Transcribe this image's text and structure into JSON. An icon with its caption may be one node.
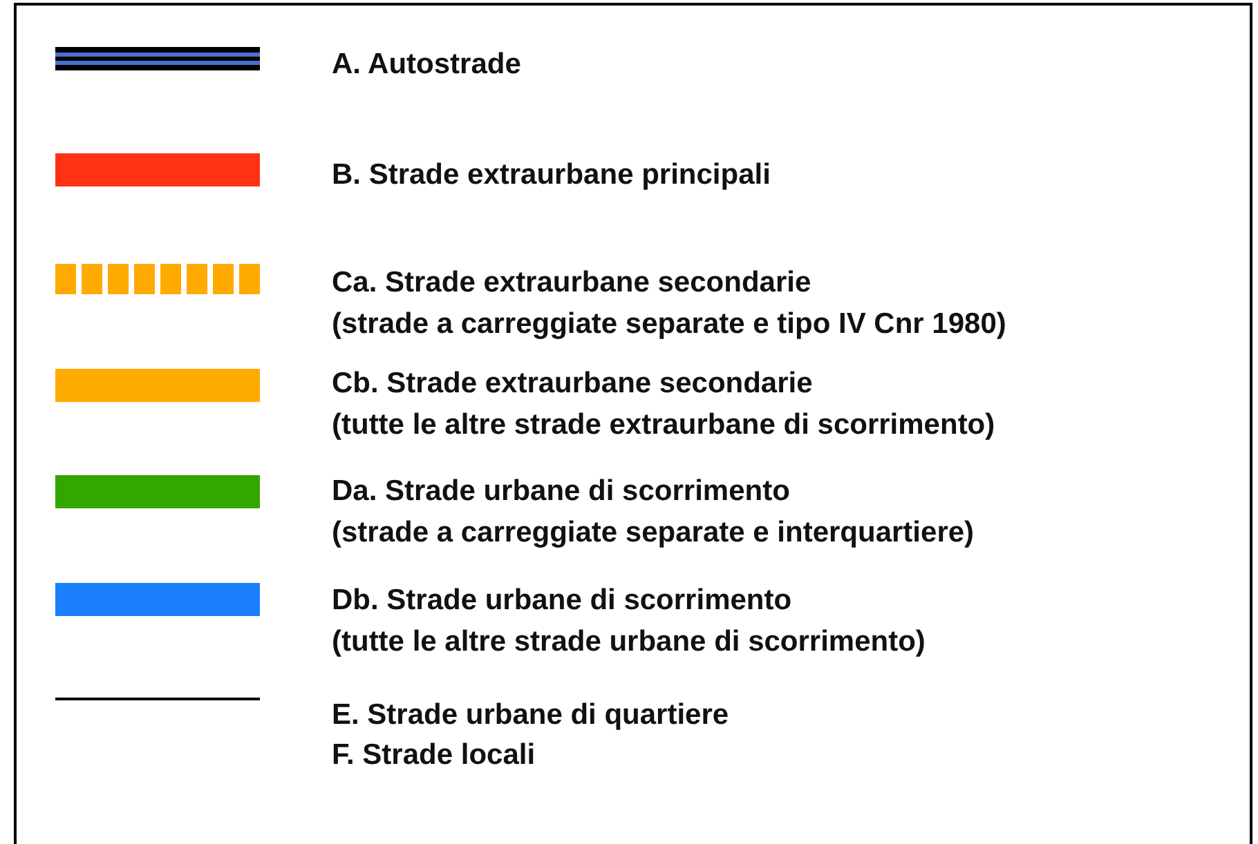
{
  "diagram": {
    "legend": [
      {
        "text": "A. Autostrade"
      },
      {
        "text": "B. Strade extraurbane principali",
        "color": "#ff3314"
      },
      {
        "text": "Ca. Strade extraurbane secondarie (strade a carreggiate separate e tipo IV Cnr 1980)"
      },
      {
        "text": "Cb. Strade extraurbane secondarie (tutte le altre strade extraurbane di scorrimento)",
        "color": "#ffaa00"
      },
      {
        "text": "Da. Strade urbane di scorrimento (strade a carreggiate separate e interquartiere)",
        "color": "#33a600"
      },
      {
        "text": "Db. Strade urbane di scorrimento (tutte le altre strade urbane di scorrimento)",
        "color": "#1a7fff"
      },
      {
        "text": "E. Strade urbane di quartiere"
      },
      {
        "text": "F. Strade locali"
      }
    ]
  }
}
